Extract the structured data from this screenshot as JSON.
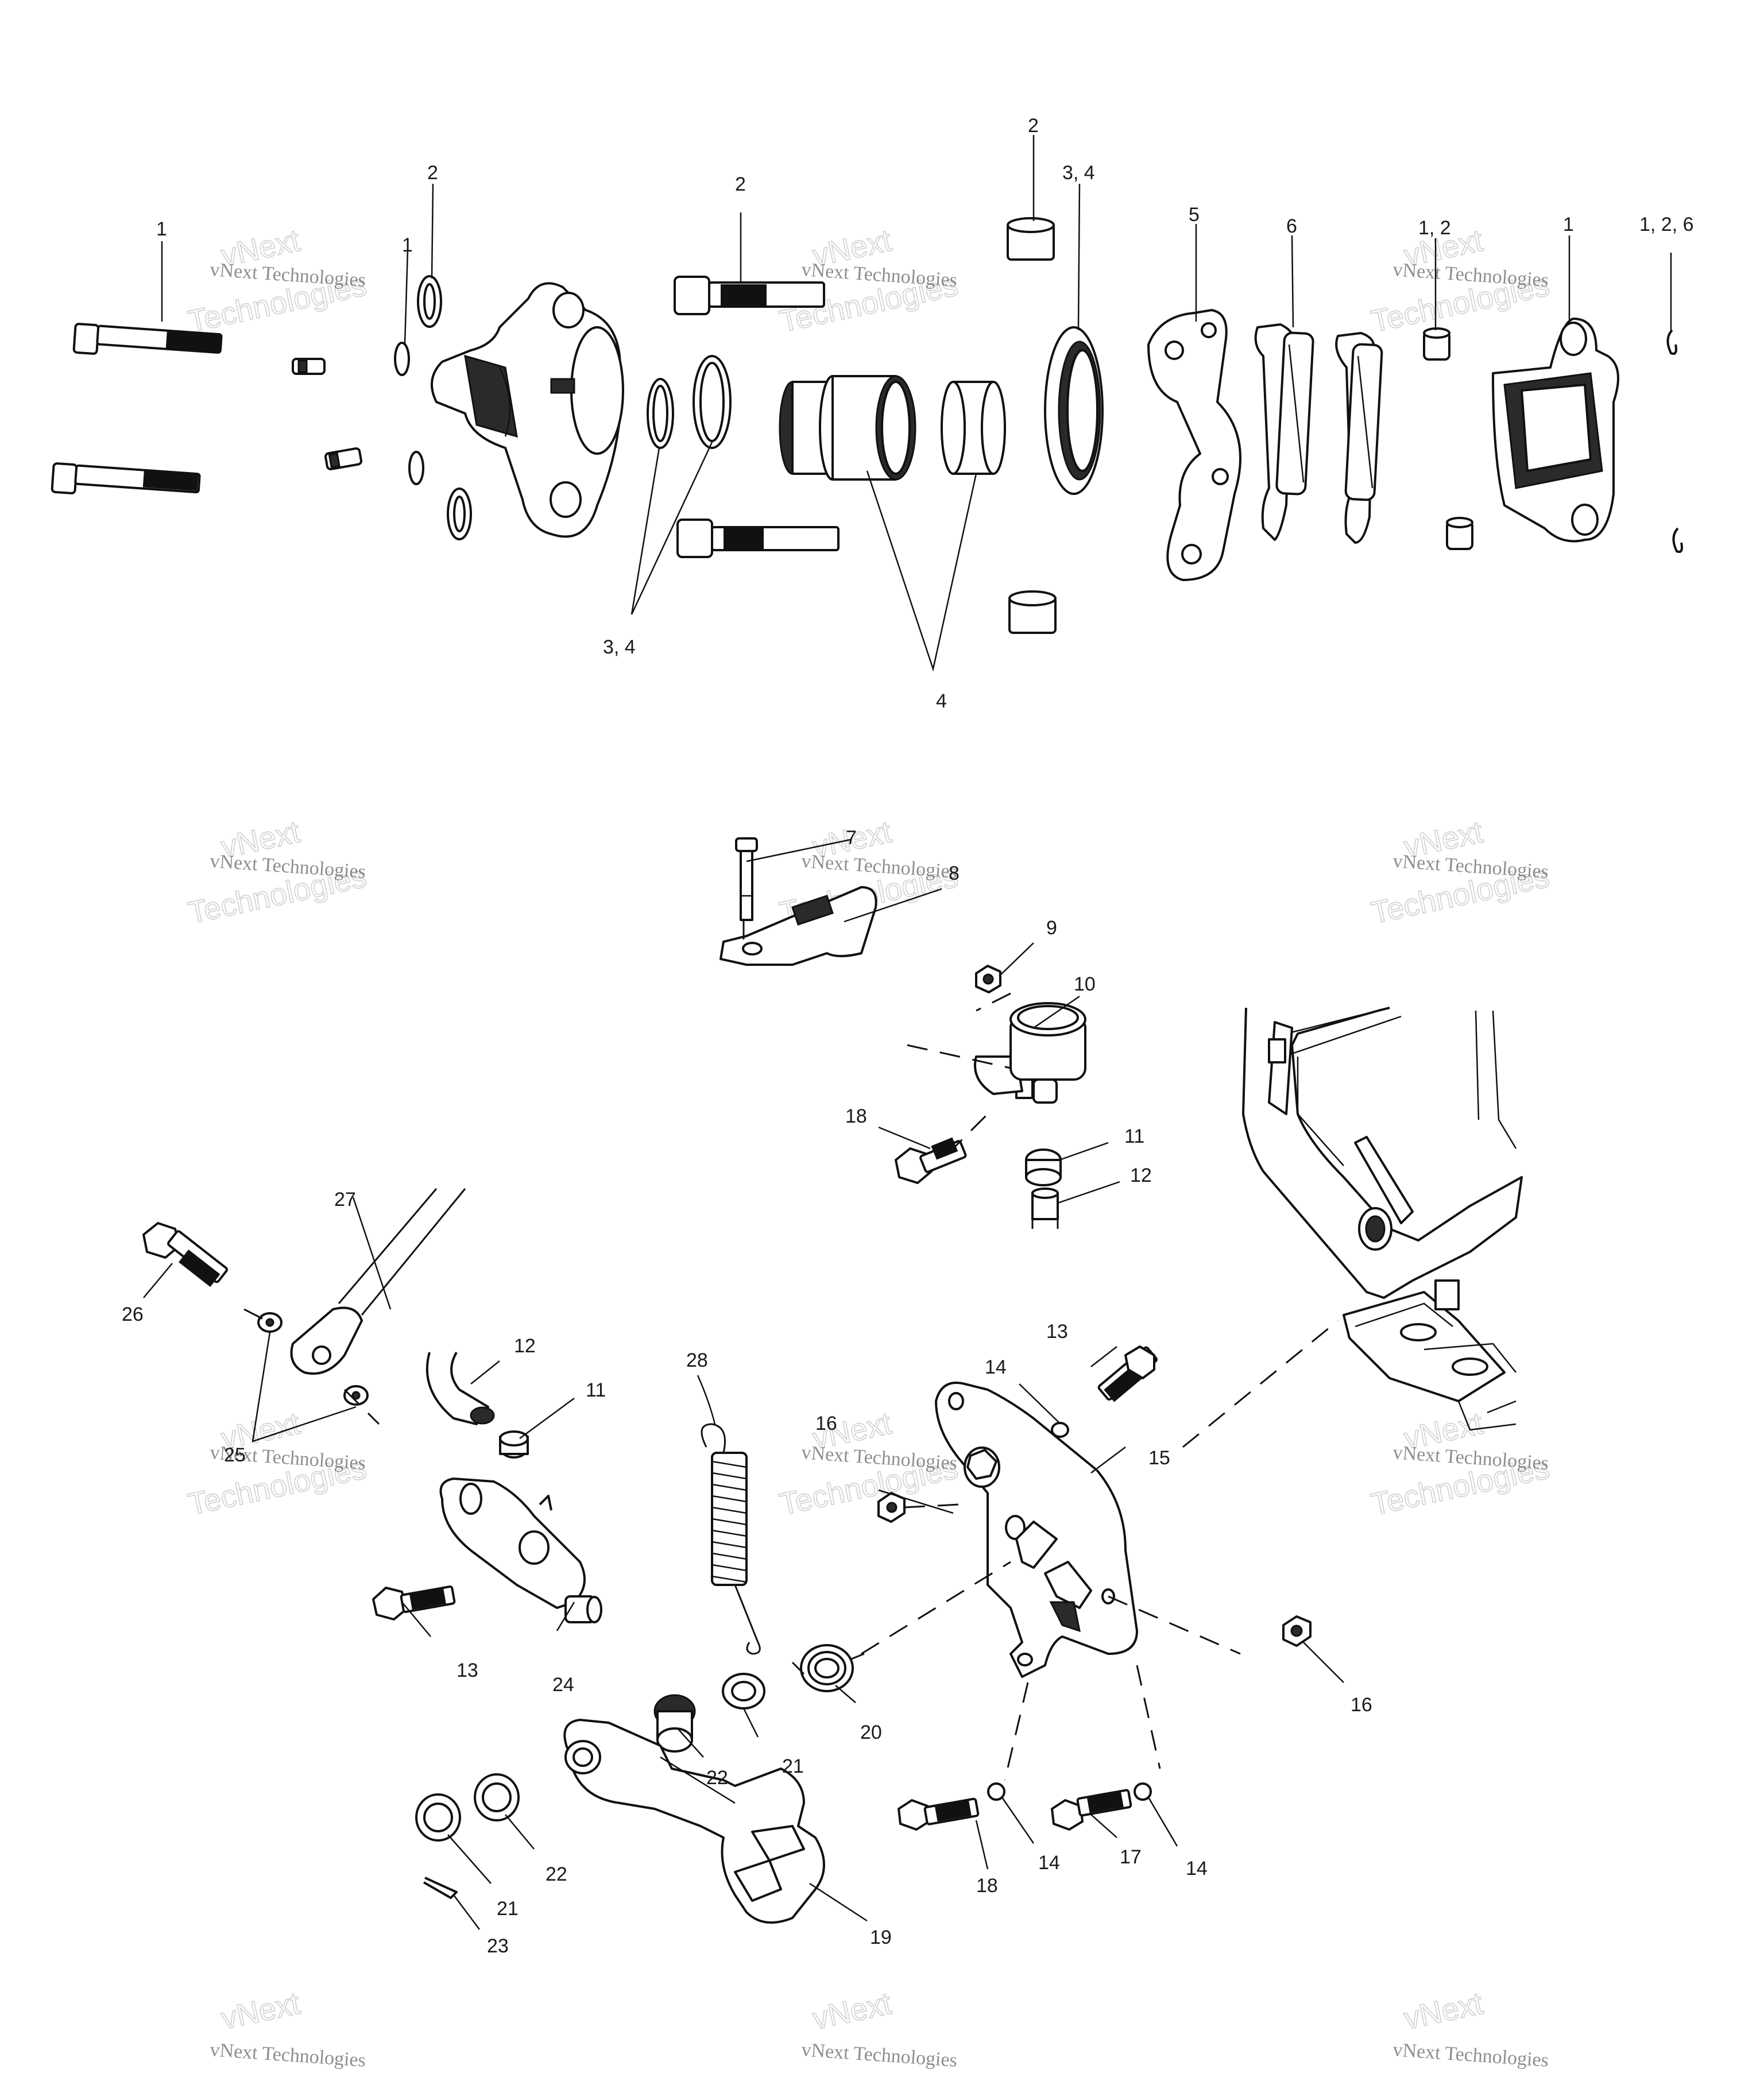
{
  "watermark": {
    "company": "vNext Technologies",
    "brand": "vNext",
    "word": "Technologies"
  },
  "callouts": {
    "c1": "1",
    "c2": "1",
    "c3": "2",
    "c4": "2",
    "c5": "2",
    "c6": "3, 4",
    "c7": "5",
    "c8": "6",
    "c9": "1, 2",
    "c10": "1",
    "c11": "1, 2, 6",
    "c12": "3, 4",
    "c13": "4",
    "c14": "7",
    "c15": "8",
    "c16": "9",
    "c17": "10",
    "c18": "18",
    "c19": "11",
    "c20": "12",
    "c21": "27",
    "c22": "26",
    "c23": "12",
    "c24": "11",
    "c25": "25",
    "c26": "28",
    "c27": "13",
    "c28": "14",
    "c29": "16",
    "c30": "15",
    "c31": "13",
    "c32": "24",
    "c33": "20",
    "c34": "22",
    "c35": "21",
    "c36": "16",
    "c37": "22",
    "c38": "21",
    "c39": "23",
    "c40": "19",
    "c41": "18",
    "c42": "14",
    "c43": "17",
    "c44": "14"
  },
  "colors": {
    "line": "#111111",
    "background": "#ffffff",
    "watermark": "#bdbdbd"
  }
}
